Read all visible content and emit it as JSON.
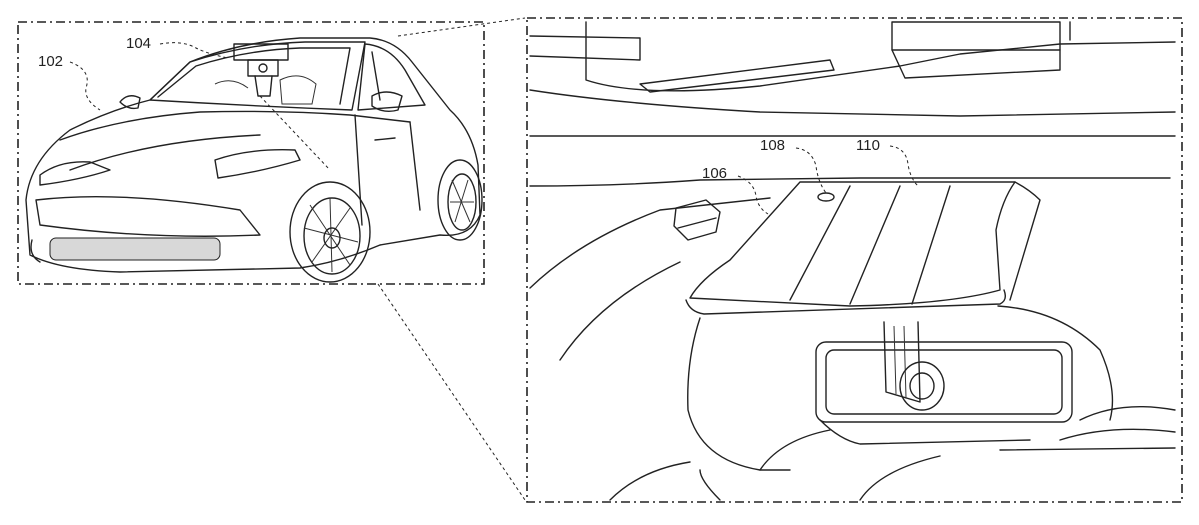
{
  "figure": {
    "labels": {
      "vehicle": "102",
      "camera_module": "104",
      "mount": "106",
      "aperture": "108",
      "housing": "110"
    }
  }
}
